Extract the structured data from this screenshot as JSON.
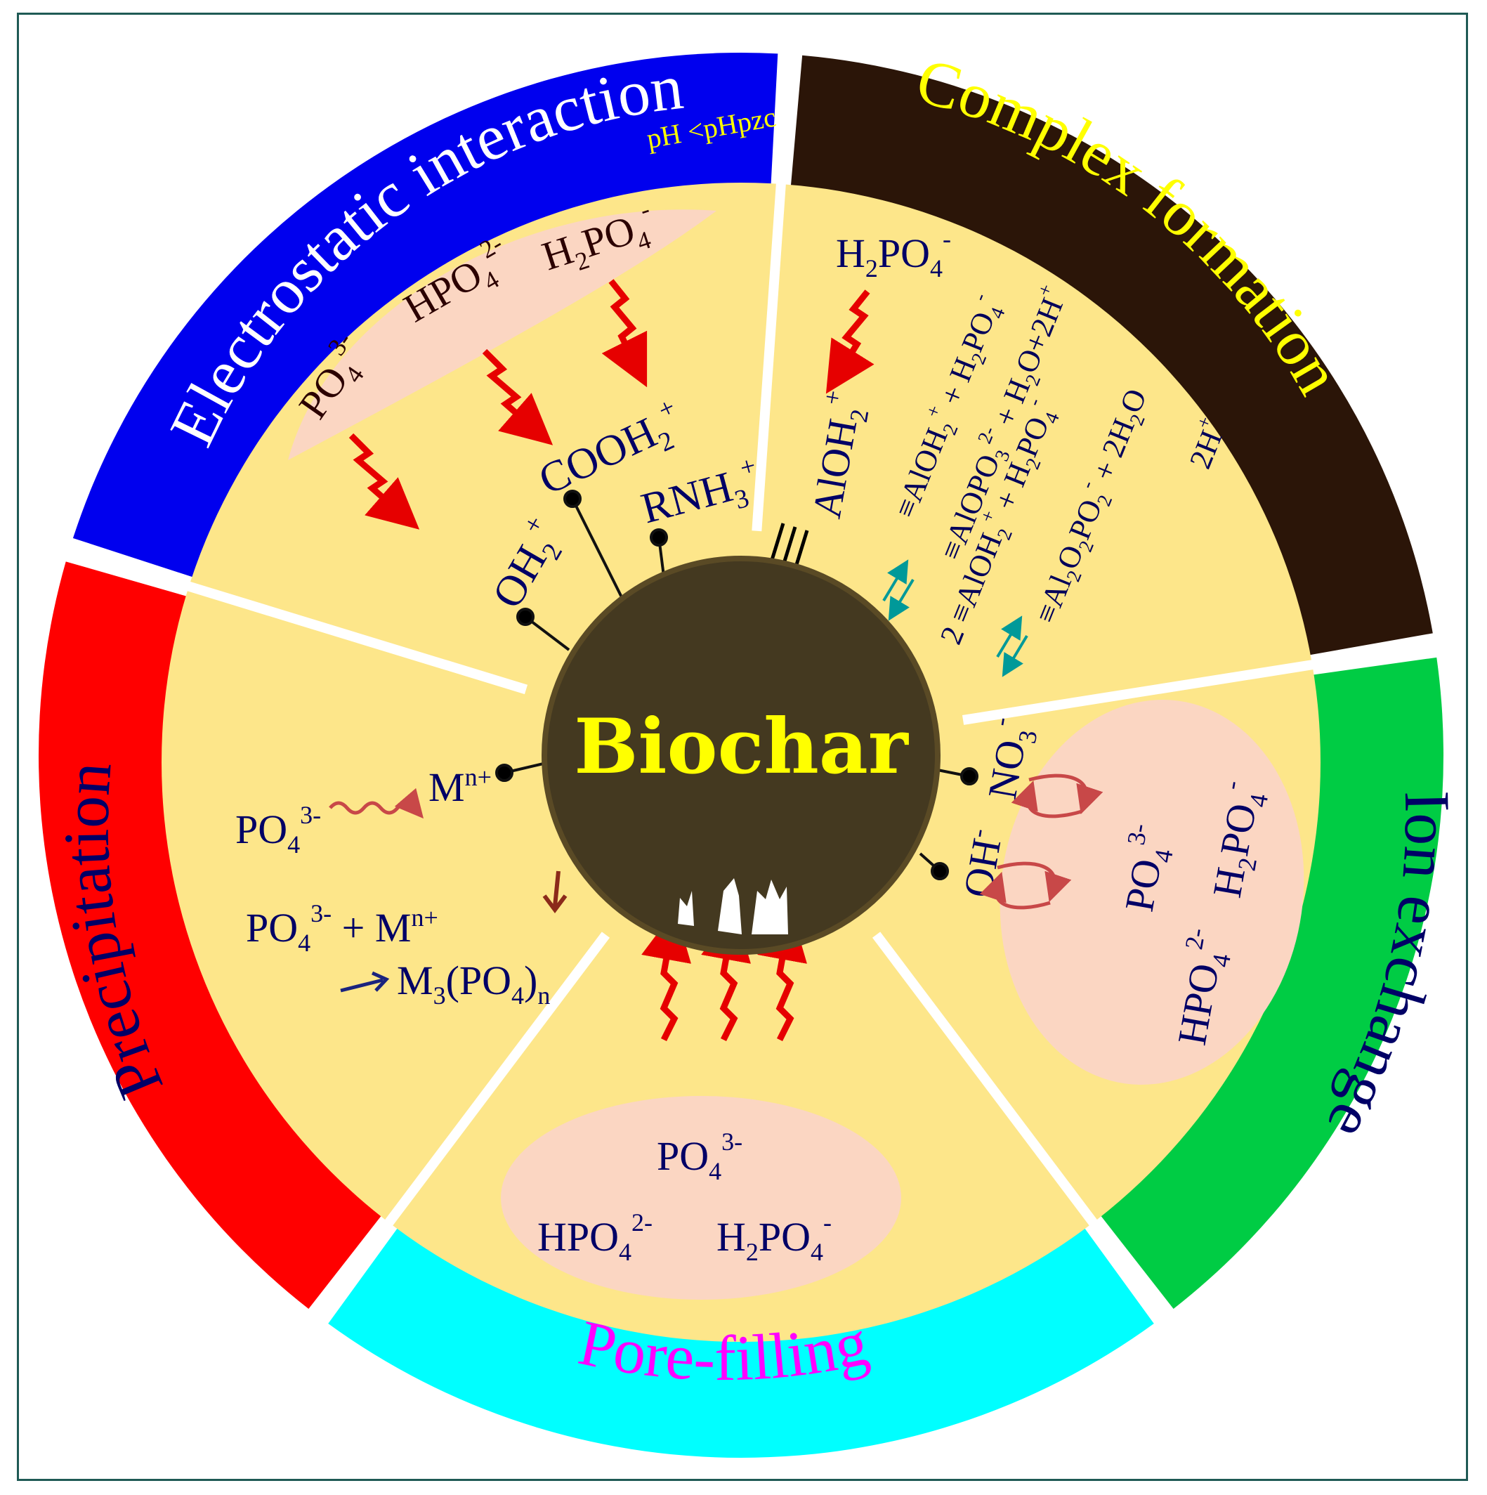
{
  "center": {
    "label": "Biochar"
  },
  "segments": {
    "electrostatic": {
      "title": "Electrostatic interaction",
      "condition": "pH <pHpzc",
      "ions": {
        "po4": "PO",
        "hpo4": "HPO",
        "h2po4": "H",
        "h2po4_b": "PO"
      },
      "groups": {
        "cooh2": "COOH",
        "rnh3": "RNH",
        "oh2": "OH"
      }
    },
    "complex": {
      "title": "Complex formation",
      "ion": "H",
      "group": "AlOH",
      "eq1": "≡AlOH",
      "eq1b": " + H",
      "eq1c": "PO",
      "eq2": "≡AlOPO",
      "eq2b": " + H",
      "eq2c": "O+2H",
      "eq3": "2 ≡AlOH",
      "eq3b": " + H",
      "eq3c": "PO",
      "eq4": "≡Al",
      "eq4b": "O",
      "eq4c": "PO",
      "eq4d": " + 2H",
      "eq4e": "O",
      "eq4f": "2H"
    },
    "ion_exchange": {
      "title": "Ion exchange",
      "groups": {
        "no3": "NO",
        "oh": "OH"
      },
      "ions": {
        "po4": "PO",
        "h2po4": "H",
        "h2po4_b": "PO",
        "hpo4": "HPO"
      }
    },
    "pore_filling": {
      "title": "Pore-filling",
      "ions": {
        "po4": "PO",
        "hpo4": "HPO",
        "h2po4": "H",
        "h2po4_b": "PO"
      }
    },
    "precipitation": {
      "title": "Precipitation",
      "metal": "M",
      "metal_sup": "n+",
      "po4": "PO",
      "eq_a": "PO",
      "eq_b": " + M",
      "eq_c": "M",
      "eq_d": "(PO",
      "eq_e": ")"
    }
  },
  "colors": {
    "electrostatic": "#0000ee",
    "complex": "#2b1508",
    "ion_exchange": "#00cc44",
    "pore_filling": "#00ffff",
    "precipitation": "#ff0000",
    "inner_fill": "#fde68a",
    "ion_cloud": "#fbd6c2",
    "core": "#443920",
    "title_white": "#ffffff",
    "title_yellow": "#ffff00",
    "title_navy": "#000066",
    "title_magenta": "#ff00ff",
    "ion_text": "#000066",
    "eq_text": "#00005a",
    "arrow_red": "#e60000"
  }
}
